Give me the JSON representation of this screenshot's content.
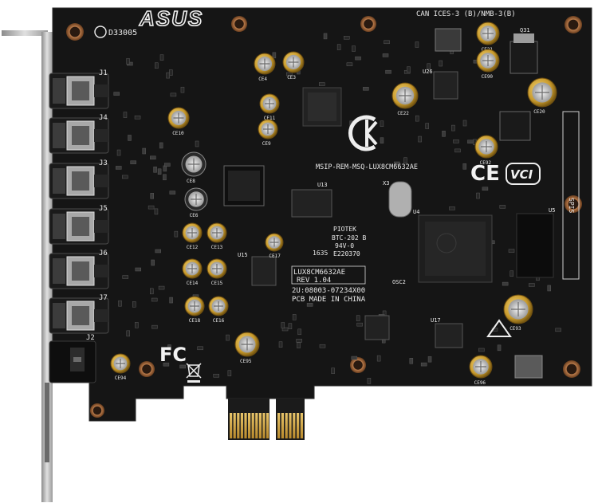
{
  "board": {
    "brand_logo": "ASUS",
    "compliance_top": "CAN ICES-3 (B)/NMB-3(B)",
    "serial_code": "D33005",
    "msip_code": "MSIP-REM-MSQ-LUX8CM6632AE",
    "model": "LUX8CM6632AE",
    "revision": "REV 1.04",
    "part_number": "2U:08003-07234X00",
    "made_in": "PCB MADE IN CHINA",
    "piotek_lines": [
      "PIOTEK",
      "BTC-202 B",
      "94V-0",
      "E220370"
    ],
    "batch_code": "1635",
    "vcci_mark": "VCI",
    "ce_mark": "CE",
    "kc_mark": "KC",
    "fcc_mark": "FC",
    "side_label": "SPIS",
    "osc_label": "OSC2"
  },
  "jacks": [
    {
      "label": "J1"
    },
    {
      "label": "J4"
    },
    {
      "label": "J3"
    },
    {
      "label": "J5"
    },
    {
      "label": "J6"
    },
    {
      "label": "J7"
    }
  ],
  "optical_label": "J2",
  "capacitors": [
    {
      "label": "CE4"
    },
    {
      "label": "CE3"
    },
    {
      "label": "CE21"
    },
    {
      "label": "CE90"
    },
    {
      "label": "CE22"
    },
    {
      "label": "CE20"
    },
    {
      "label": "CE10"
    },
    {
      "label": "CE11"
    },
    {
      "label": "CE9"
    },
    {
      "label": "CE92"
    },
    {
      "label": "CE8"
    },
    {
      "label": "CE6"
    },
    {
      "label": "CE12"
    },
    {
      "label": "CE13"
    },
    {
      "label": "CE17"
    },
    {
      "label": "CE14"
    },
    {
      "label": "CE15"
    },
    {
      "label": "CE18"
    },
    {
      "label": "CE16"
    },
    {
      "label": "CE93"
    },
    {
      "label": "CE94"
    },
    {
      "label": "CE95"
    },
    {
      "label": "CE96"
    }
  ],
  "chips": [
    {
      "label": "U4"
    },
    {
      "label": "U5"
    },
    {
      "label": "U15"
    },
    {
      "label": "U13"
    },
    {
      "label": "U17"
    },
    {
      "label": "U26"
    },
    {
      "label": "Q31"
    },
    {
      "label": "X3"
    }
  ],
  "colors": {
    "pcb": "#141414",
    "bracket": "#b8b8b8",
    "gold": "#d9b04a",
    "cap_body": "#d2a63a",
    "silkscreen": "#e8e8e8"
  }
}
